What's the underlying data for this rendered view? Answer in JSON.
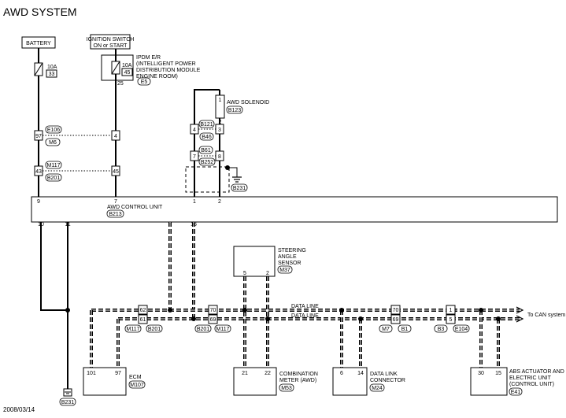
{
  "title": "AWD SYSTEM",
  "date": "2008/03/14",
  "battery": {
    "label": "BATTERY",
    "fuse_rating": "10A",
    "fuse_no": "33"
  },
  "ignition": {
    "label1": "IGNITION SWITCH",
    "label2": "ON or START",
    "fuse_rating": "10A",
    "fuse_no": "45",
    "pin": "25",
    "pdm_lines": [
      "IPDM E/R",
      "(INTELLIGENT POWER",
      "DISTRIBUTION MODULE",
      "ENGINE ROOM)"
    ],
    "pdm_conn": "E5"
  },
  "solenoid": {
    "label": "AWD SOLENOID",
    "conn": "B123",
    "pin_top": "1",
    "pin_bottom": "2"
  },
  "connectors": {
    "e106": "E106",
    "m6": "M6",
    "pin97": "97",
    "pin4a": "4",
    "m117": "M117",
    "b201": "B201",
    "pin43": "43",
    "pin45": "45",
    "b121": "B121",
    "b46": "B46",
    "pin4b": "4",
    "pin3": "3",
    "b61": "B61",
    "b252": "B252",
    "pin7": "7",
    "pin8": "8",
    "ground_mid": "B231",
    "ground_bottom": "B231"
  },
  "control_unit": {
    "label": "AWD CONTROL UNIT",
    "conn": "B213",
    "top_pins": [
      "9",
      "7",
      "1",
      "2"
    ],
    "bottom_pins": [
      "10",
      "11",
      "8",
      "16"
    ]
  },
  "steering": {
    "lines": [
      "STEERING",
      "ANGLE",
      "SENSOR"
    ],
    "conn": "M37",
    "pins": [
      "5",
      "2"
    ]
  },
  "data_lines": {
    "label": "DATA LINE",
    "to_can": "To CAN system"
  },
  "joints": [
    {
      "upper": "62",
      "lower": "61",
      "tags": [
        "M117",
        "B201"
      ]
    },
    {
      "upper": "70",
      "lower": "69",
      "tags": [
        "B201",
        "M117"
      ]
    },
    {
      "upper": "70",
      "lower": "69",
      "tags": [
        "M7",
        "B1"
      ]
    },
    {
      "upper": "1",
      "lower": "5",
      "tags": [
        "B3",
        "E104"
      ]
    }
  ],
  "bottom_units": [
    {
      "lines": [
        "ECM"
      ],
      "conn": "M107",
      "pins": [
        "101",
        "97"
      ]
    },
    {
      "lines": [
        "COMBINATION",
        "METER (AWD)"
      ],
      "conn": "M53",
      "pins": [
        "21",
        "22"
      ]
    },
    {
      "lines": [
        "DATA LINK",
        "CONNECTOR"
      ],
      "conn": "M24",
      "pins": [
        "6",
        "14"
      ]
    },
    {
      "lines": [
        "ABS ACTUATOR AND",
        "ELECTRIC UNIT",
        "(CONTROL UNIT)"
      ],
      "conn": "E41",
      "pins": [
        "30",
        "15"
      ]
    }
  ]
}
